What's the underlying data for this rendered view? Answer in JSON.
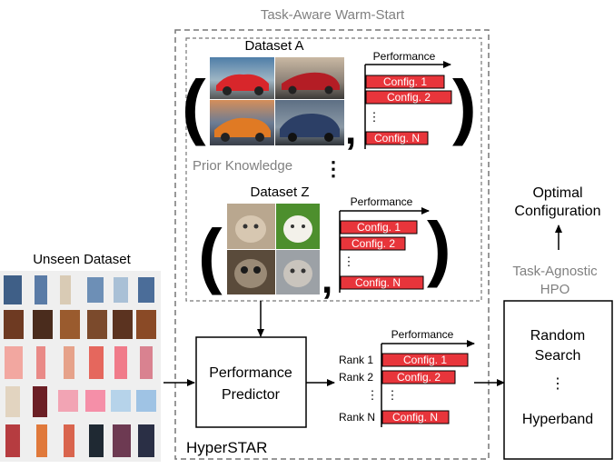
{
  "title": "Task-Aware Warm-Start",
  "prior_knowledge": {
    "label": "Prior Knowledge",
    "vertical_ellipsis": "⋮",
    "dataset_a": {
      "name": "Dataset A",
      "performance_label": "Performance",
      "configs": [
        "Config. 1",
        "Config. 2",
        "Config. N"
      ],
      "ellipsis": "⋮",
      "image_themes": [
        "red sports car",
        "red sedan",
        "orange sports car",
        "blue crossover"
      ]
    },
    "dataset_z": {
      "name": "Dataset Z",
      "performance_label": "Performance",
      "configs": [
        "Config. 1",
        "Config. 2",
        "Config. N"
      ],
      "ellipsis": "⋮",
      "image_themes": [
        "kitten",
        "white kitten",
        "grey kitten",
        "scottish fold cat"
      ]
    }
  },
  "unseen_dataset": {
    "label": "Unseen Dataset",
    "image_themes": [
      "denim jackets",
      "leather jackets",
      "pink dresses",
      "tops",
      "patterned dresses"
    ]
  },
  "predictor": {
    "label_line1": "Performance",
    "label_line2": "Predictor"
  },
  "ranking": {
    "performance_label": "Performance",
    "ranks": [
      "Rank 1",
      "Rank 2",
      "Rank N"
    ],
    "configs": [
      "Config. 1",
      "Config. 2",
      "Config. N"
    ],
    "ellipsis": "⋮"
  },
  "system_name": "HyperSTAR",
  "optimal": {
    "line1": "Optimal",
    "line2": "Configuration"
  },
  "hpo": {
    "label_line1": "Task-Agnostic",
    "label_line2": "HPO",
    "method_line1": "Random",
    "method_line2": "Search",
    "ellipsis": "⋮",
    "method_last": "Hyperband"
  },
  "colors": {
    "config_fill": "#e8353b",
    "dashed_border": "#777777",
    "grey_text": "#808080",
    "black": "#000000"
  }
}
